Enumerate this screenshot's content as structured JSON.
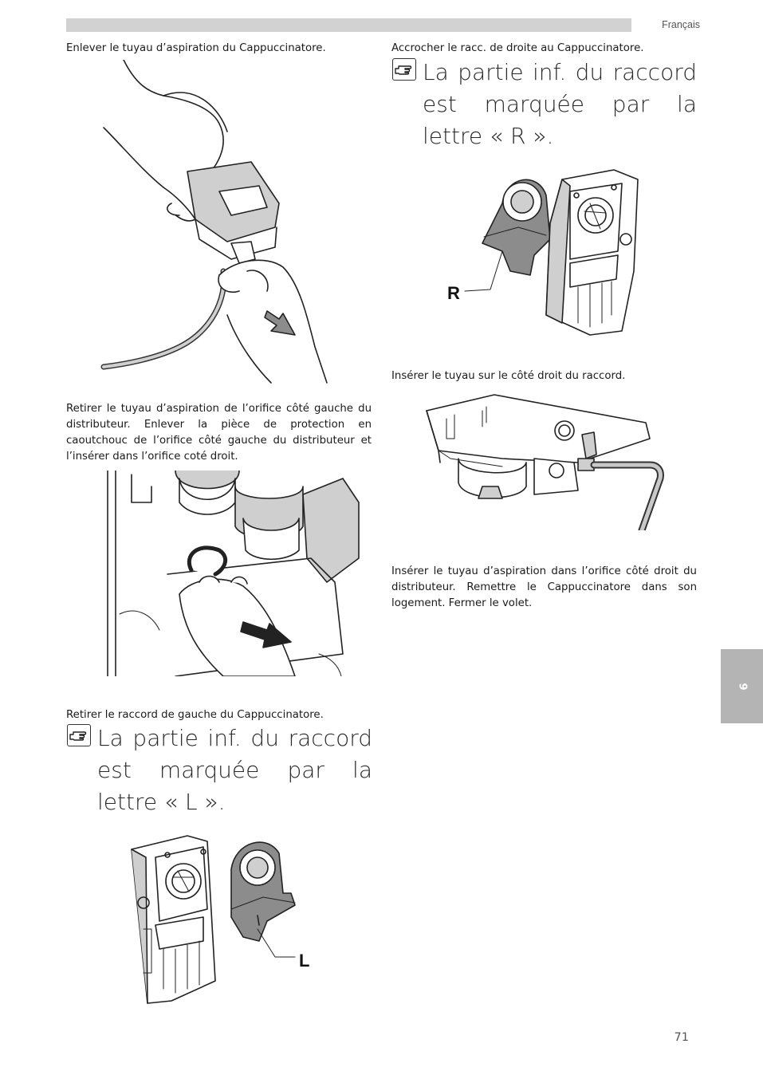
{
  "header": {
    "language": "Français"
  },
  "left": {
    "step1": "Enlever le tuyau d’aspiration du Cappuccinatore.",
    "step2": "Retirer le tuyau d’aspiration de l’orifice côté gauche du distributeur. Enlever la pièce de protection en caoutchouc de l’orifice côté gauche du distributeur et l’insérer dans l’orifice coté droit.",
    "step3": "Retirer le raccord de gauche du Cappuccinatore.",
    "note": "La partie inf. du raccord est marquée par la lettre « L ».",
    "figure_label": "L"
  },
  "right": {
    "step1": "Accrocher le racc. de droite au Cappuccinatore.",
    "note": "La partie inf. du raccord est marquée par la lettre « R ».",
    "figure_label": "R",
    "step2": "Insérer le tuyau sur le côté droit du raccord.",
    "step3": "Insérer le tuyau d’aspiration dans l’orifice côté droit du distributeur. Remettre le Cappuccinatore dans son logement. Fermer le volet."
  },
  "side_tab": "9",
  "page_number": "71",
  "icons": {
    "note_icon": "pointing-hand-icon"
  }
}
